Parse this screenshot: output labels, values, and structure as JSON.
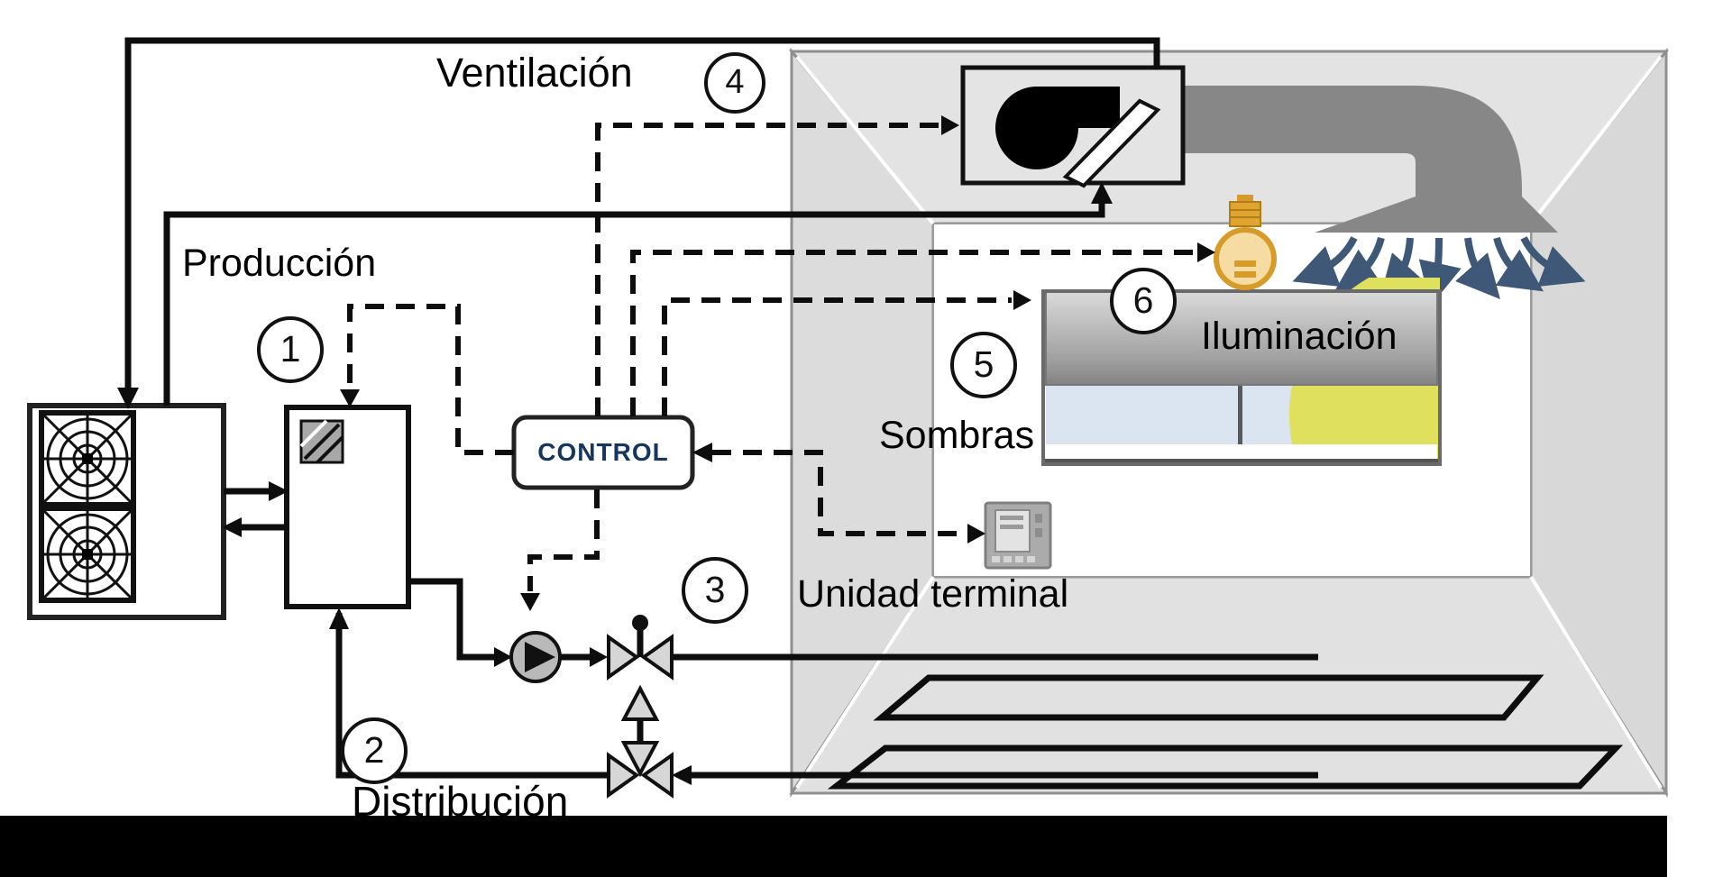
{
  "diagram": {
    "labels": {
      "ventilation": "Ventilación",
      "production": "Producción",
      "distribution": "Distribución",
      "shades": "Sombras",
      "lighting": "Iluminación",
      "terminal_unit": "Unidad terminal",
      "control": "CONTROL"
    },
    "markers": {
      "n1": "1",
      "n2": "2",
      "n3": "3",
      "n4": "4",
      "n5": "5",
      "n6": "6"
    },
    "colors": {
      "line_black": "#0d0d0d",
      "control_text_navy": "#17365d",
      "duct_gray": "#878787",
      "air_arrow_blue": "#3f5878",
      "bulb_amber": "#d79b2a",
      "sun_yellow": "#dee05e",
      "window_pane_blue": "#dbe5f1",
      "room_wall_gray": "#dedede",
      "footer_bar": "#000000"
    }
  }
}
